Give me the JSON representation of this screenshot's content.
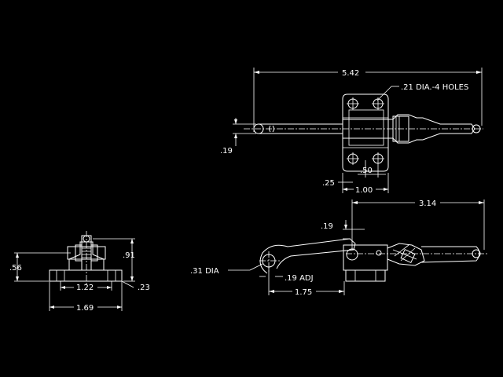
{
  "background_color": "#000000",
  "line_color": "#ffffff",
  "top_view": {
    "overall_length": "5.42",
    "hole_note": ".21 DIA.-4 HOLES",
    "rod_offset": ".19",
    "hole_spacing_inner": ".50",
    "base_width": "1.00",
    "edge_distance": ".25"
  },
  "front_view": {
    "height": ".56",
    "overall_height": ".91",
    "hole_span": "1.22",
    "flange_thickness": ".23",
    "base_length": "1.69"
  },
  "side_view": {
    "reach": "3.14",
    "clearance": ".19",
    "hook_dia": ".31 DIA",
    "adjust": ".19 ADJ",
    "hook_length": "1.75"
  }
}
